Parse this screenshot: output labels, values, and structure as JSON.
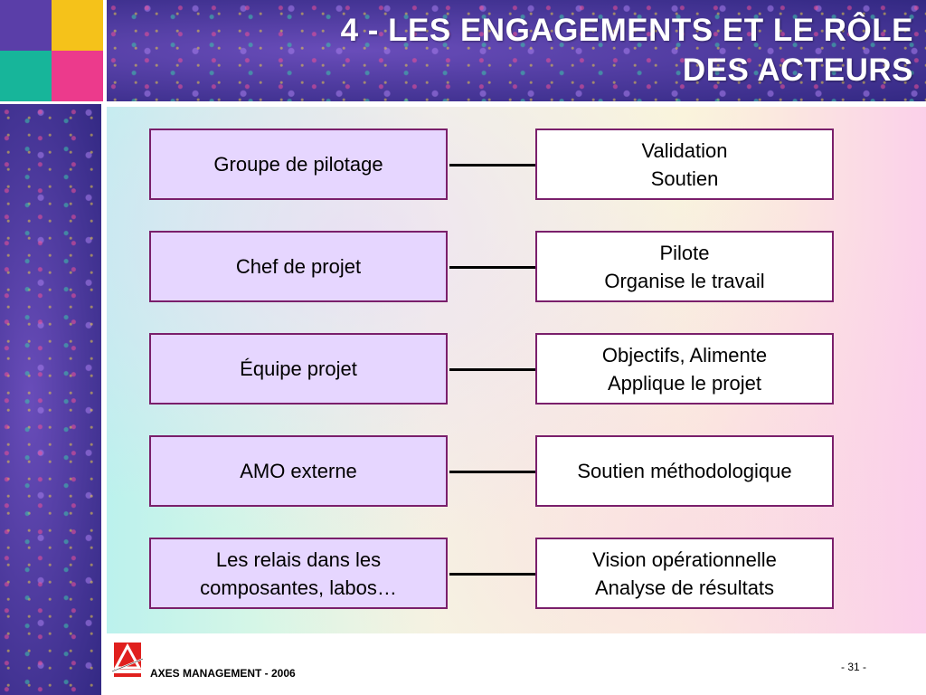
{
  "slide": {
    "title_line1": "4 - LES ENGAGEMENTS ET LE RÔLE",
    "title_line2": "DES ACTEURS"
  },
  "rows": [
    {
      "role": [
        "Groupe de pilotage"
      ],
      "duty": [
        "Validation",
        "Soutien"
      ]
    },
    {
      "role": [
        "Chef de projet"
      ],
      "duty": [
        "Pilote",
        "Organise le travail"
      ]
    },
    {
      "role": [
        "Équipe projet"
      ],
      "duty": [
        "Objectifs, Alimente",
        "Applique le projet"
      ]
    },
    {
      "role": [
        "AMO externe"
      ],
      "duty": [
        "Soutien méthodologique"
      ]
    },
    {
      "role": [
        "Les relais dans les",
        "composantes, labos…"
      ],
      "duty": [
        "Vision opérationnelle",
        "Analyse de résultats"
      ]
    }
  ],
  "footer": {
    "company": "AXES MANAGEMENT - 2006",
    "page": "- 31 -",
    "logo_icon": "axes-management-logo-icon",
    "logo_text": "Axes management"
  },
  "colors": {
    "role_box_fill": "#e6d6ff",
    "box_border": "#7a1f6b",
    "duty_box_fill": "#ffffff",
    "tile_yellow": "#f5c21a",
    "tile_teal": "#17b59a",
    "tile_pink": "#ec3a8c",
    "background_purple": "#3b2f8f"
  }
}
